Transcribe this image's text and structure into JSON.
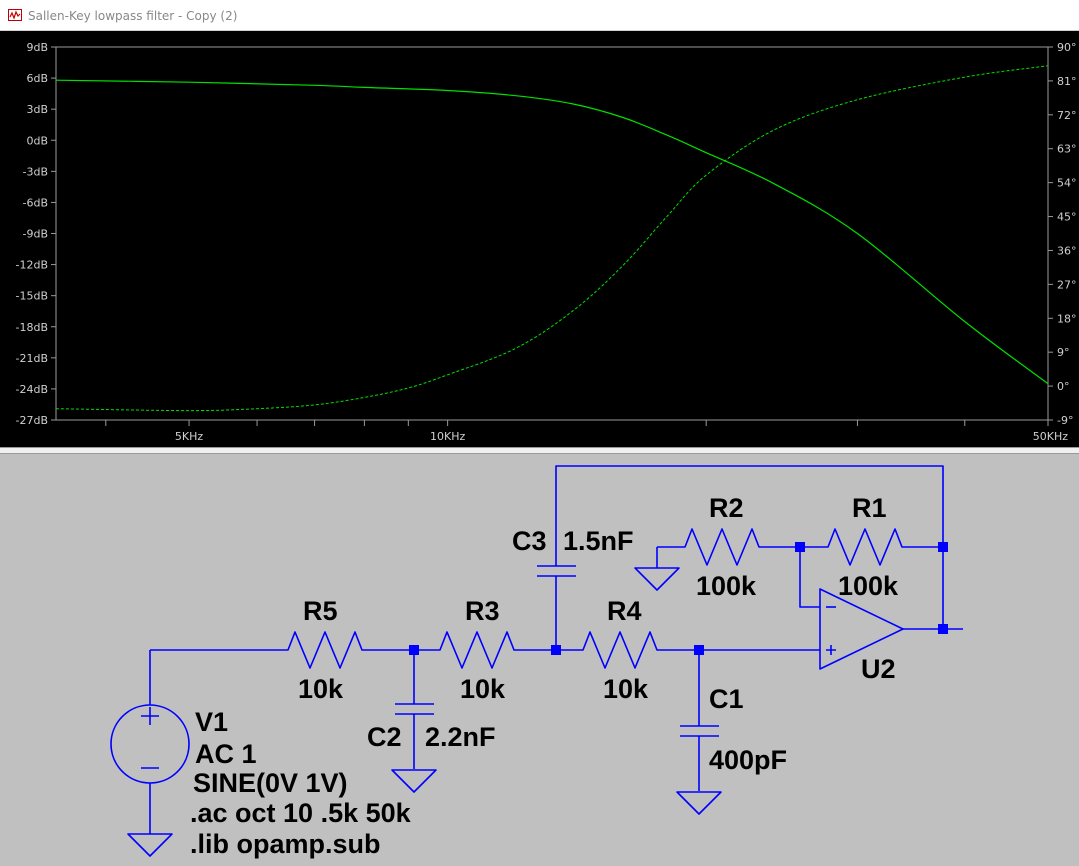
{
  "window": {
    "title": "Sallen-Key lowpass filter - Copy (2)",
    "icon": "waveform-icon"
  },
  "plot": {
    "left_axis_ticks": [
      "9dB",
      "6dB",
      "3dB",
      "0dB",
      "-3dB",
      "-6dB",
      "-9dB",
      "-12dB",
      "-15dB",
      "-18dB",
      "-21dB",
      "-24dB",
      "-27dB"
    ],
    "right_axis_ticks": [
      "90°",
      "81°",
      "72°",
      "63°",
      "54°",
      "45°",
      "36°",
      "27°",
      "18°",
      "9°",
      "0°",
      "-9°"
    ],
    "x_axis_ticks": [
      "5KHz",
      "10KHz",
      "50KHz"
    ]
  },
  "chart_data": {
    "type": "line",
    "x_scale": "log",
    "xlim": [
      3500,
      50000
    ],
    "ylim_left": [
      -27,
      9
    ],
    "ylim_right": [
      -9,
      90
    ],
    "x_unit": "Hz",
    "grid": false,
    "trace_color": "#00ff00",
    "series": [
      {
        "axis": "left",
        "style": "solid",
        "x": [
          3500,
          5000,
          7000,
          8000,
          10000,
          12000,
          14000,
          16000,
          18000,
          20000,
          24000,
          30000,
          40000,
          50000
        ],
        "y": [
          5.8,
          5.6,
          5.3,
          5.1,
          4.8,
          4.3,
          3.5,
          2.2,
          0.5,
          -1.2,
          -4.2,
          -9.0,
          -17.5,
          -23.5
        ]
      },
      {
        "axis": "right",
        "style": "dashed",
        "x": [
          3500,
          5000,
          6000,
          7000,
          8000,
          9000,
          10000,
          12000,
          14000,
          16000,
          18000,
          20000,
          24000,
          30000,
          40000,
          50000
        ],
        "y": [
          -6,
          -6.5,
          -6,
          -5,
          -3,
          -0.5,
          3,
          10,
          20,
          32,
          45,
          56,
          68,
          76,
          82,
          85
        ]
      }
    ]
  },
  "schematic": {
    "labels": {
      "r5_name": "R5",
      "r5_value": "10k",
      "r3_name": "R3",
      "r3_value": "10k",
      "r4_name": "R4",
      "r4_value": "10k",
      "r2_name": "R2",
      "r2_value": "100k",
      "r1_name": "R1",
      "r1_value": "100k",
      "c3_name": "C3",
      "c3_value": "1.5nF",
      "c2_name": "C2",
      "c2_value": "2.2nF",
      "c1_name": "C1",
      "c1_value": "400pF",
      "u2_name": "U2",
      "v1_name": "V1",
      "v1_ac": "AC 1",
      "v1_sine": "SINE(0V 1V)",
      "directive_ac": ".ac oct 10 .5k 50k",
      "directive_lib": ".lib opamp.sub"
    },
    "colors": {
      "wire": "#0000ff",
      "node": "#0000ff",
      "component": "#0000ff"
    }
  }
}
